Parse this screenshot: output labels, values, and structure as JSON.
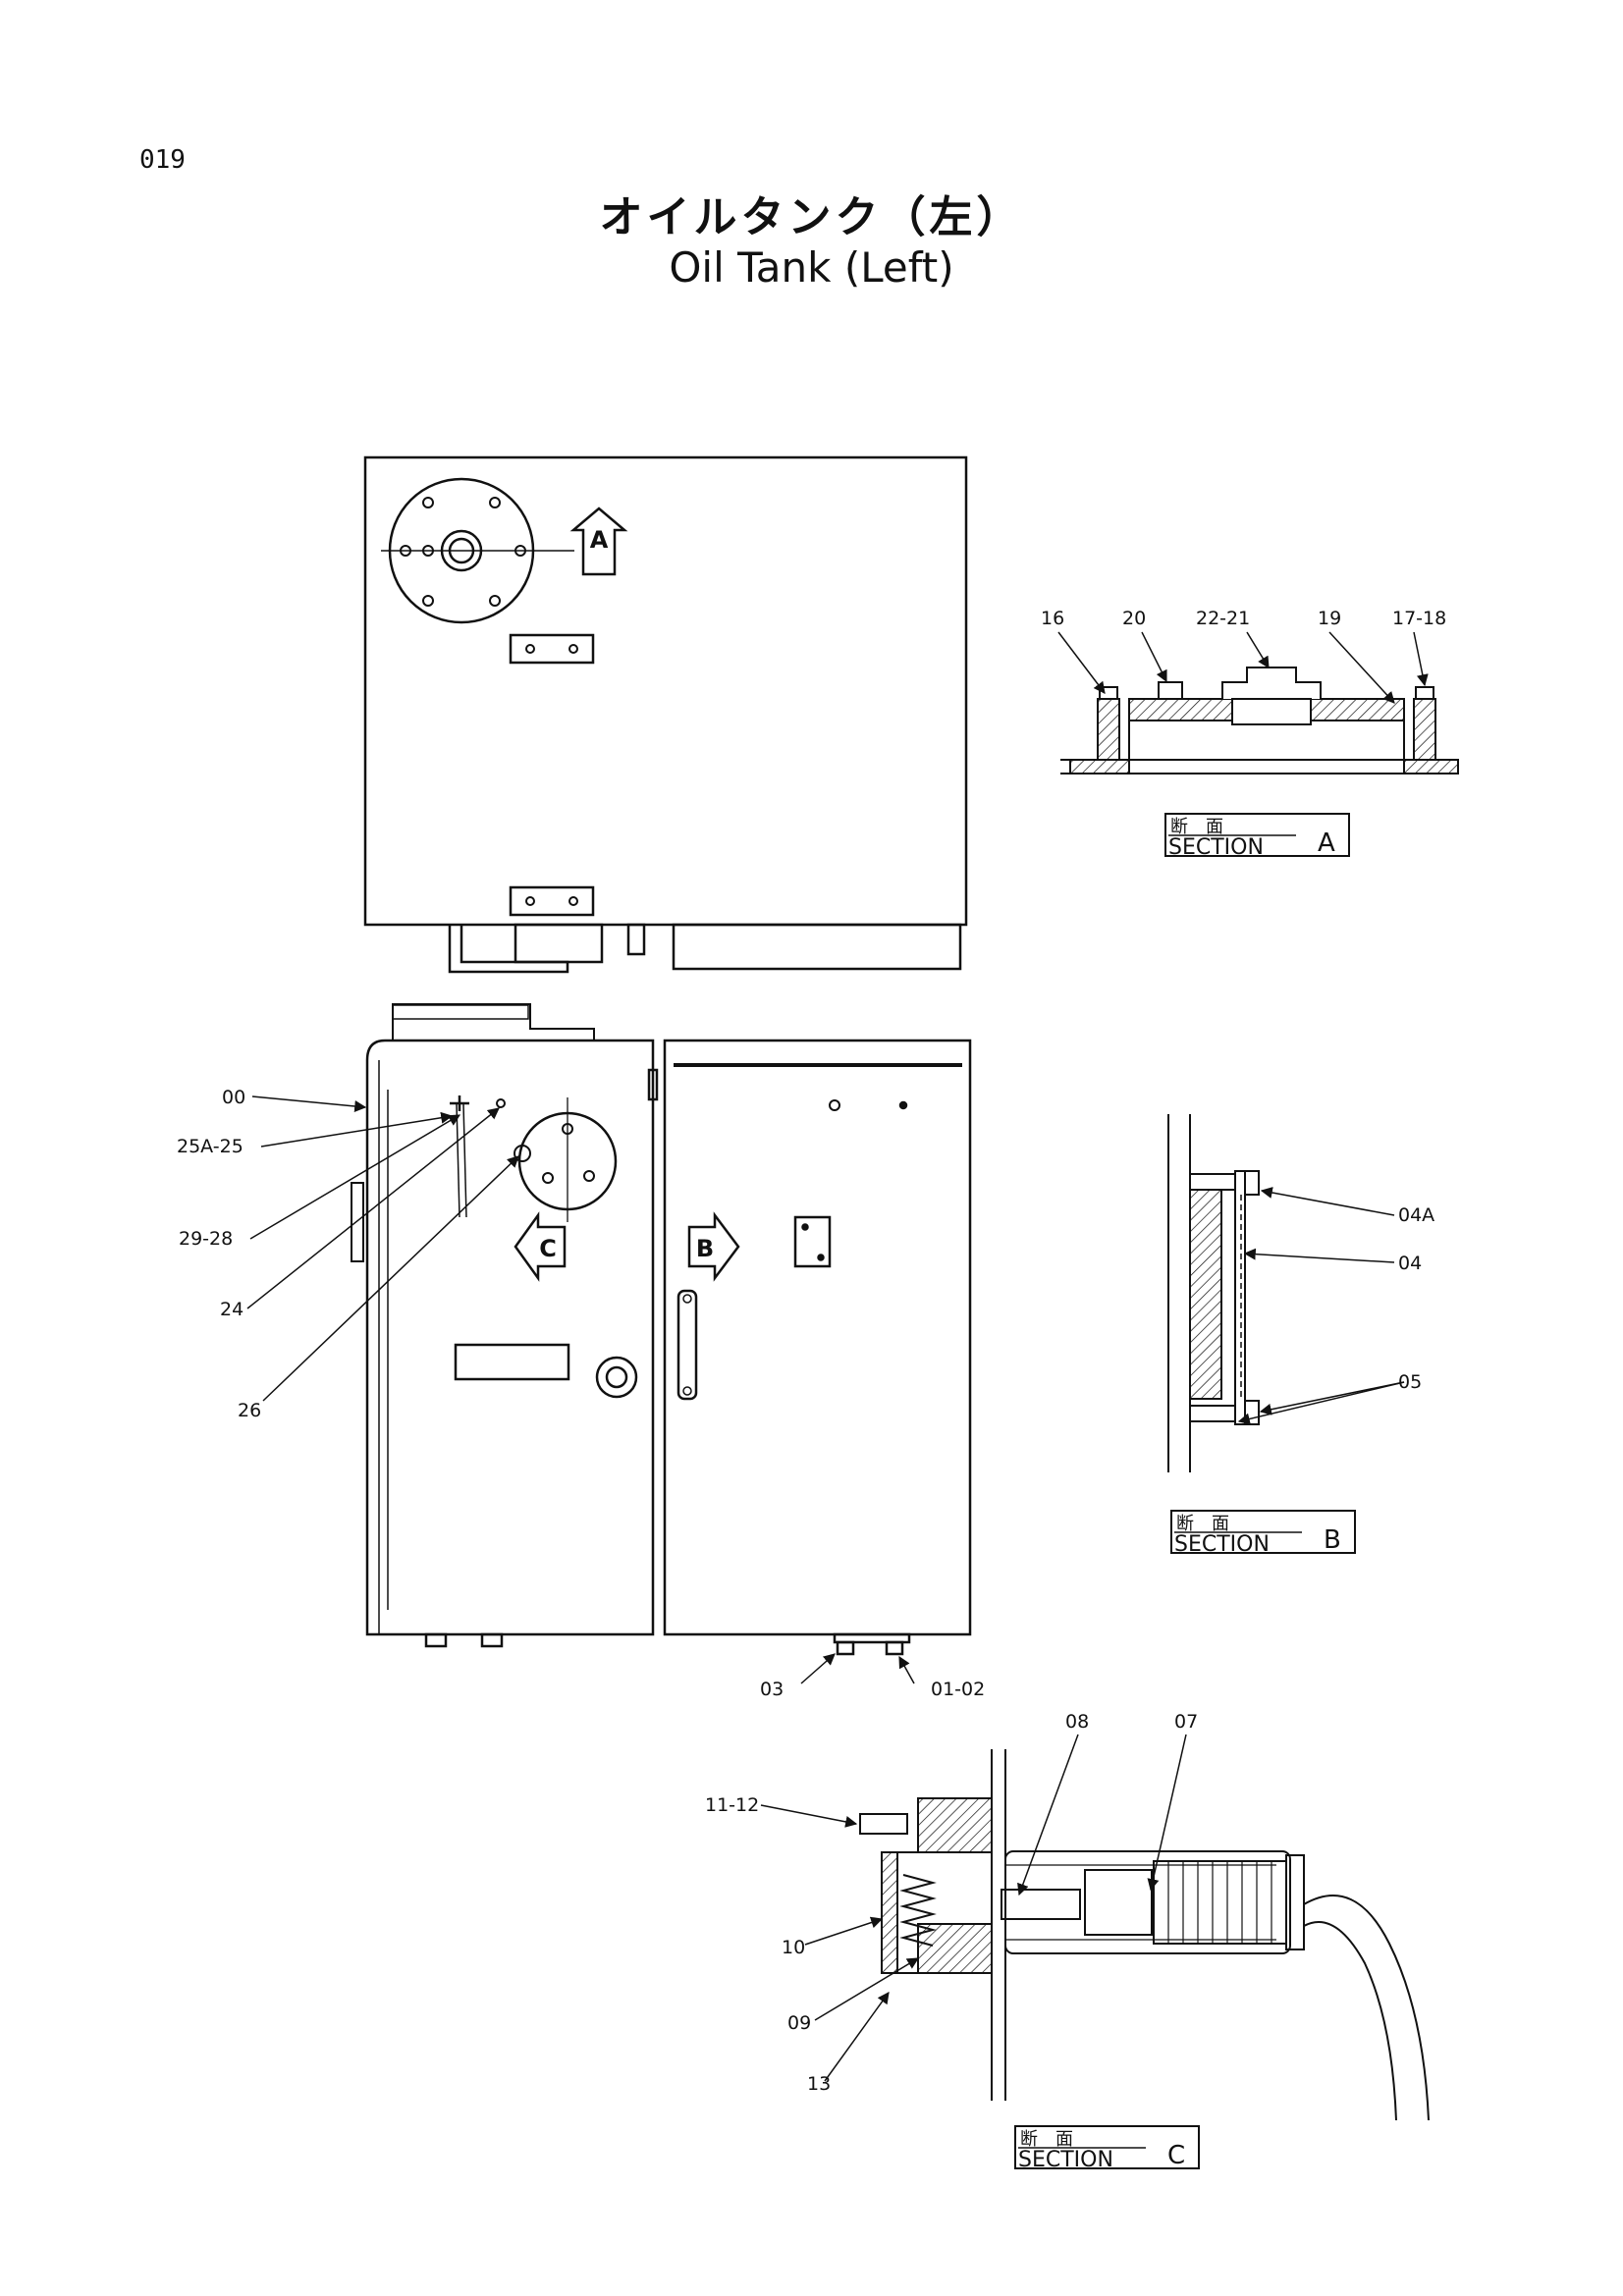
{
  "page_number": "019",
  "title_jp": "オイルタンク（左）",
  "title_en": "Oil Tank (Left)",
  "view_arrows": {
    "a": "A",
    "b": "B",
    "c": "C"
  },
  "labels": {
    "l00": "00",
    "l25a25": "25A-25",
    "l2928": "29-28",
    "l24": "24",
    "l26": "26",
    "l03": "03",
    "l0102": "01-02",
    "l16": "16",
    "l20": "20",
    "l2221": "22-21",
    "l19": "19",
    "l1718": "17-18",
    "l04a": "04A",
    "l04": "04",
    "l05": "05",
    "l1112": "11-12",
    "l10": "10",
    "l09": "09",
    "l13": "13",
    "l08": "08",
    "l07": "07"
  },
  "sections": {
    "a": {
      "jp": "断　面",
      "en": "SECTION",
      "letter": "A"
    },
    "b": {
      "jp": "断　面",
      "en": "SECTION",
      "letter": "B"
    },
    "c": {
      "jp": "断　面",
      "en": "SECTION",
      "letter": "C"
    }
  }
}
